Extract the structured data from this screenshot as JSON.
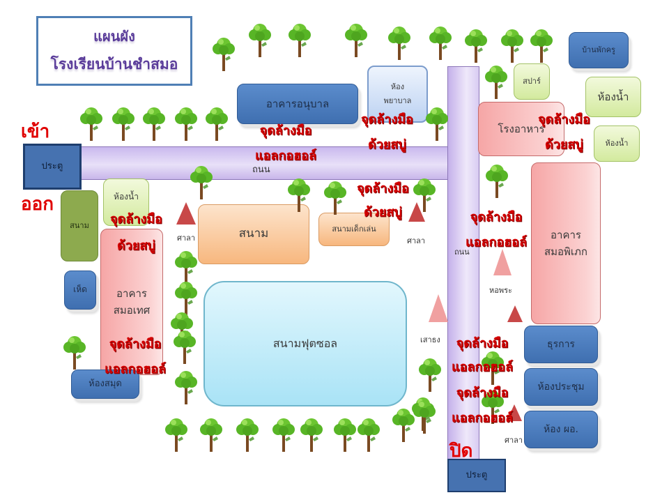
{
  "title": {
    "line1": "แผนผัง",
    "line2": "โรงเรียนบ้านชำสมอ"
  },
  "entrances": {
    "in_label": "เข้า",
    "out_label": "ออก",
    "close_label": "ปิด",
    "gate_left": "ประตู",
    "gate_bottom": "ประตู"
  },
  "roads": {
    "horizontal_label": "ถนน",
    "vertical_label": "ถนน"
  },
  "buildings": {
    "kindergarten": "อาคารอนุบาล",
    "nurse_room_line1": "ห้อง",
    "nurse_room_line2": "พยาบาล",
    "teacher_house": "บ้านพักครู",
    "spa": "สปาร์",
    "toilet_right_large": "ห้องน้ำ",
    "toilet_right_small": "ห้องน้ำ",
    "canteen": "โรงอาหาร",
    "building_smophiphek_line1": "อาคาร",
    "building_smophiphek_line2": "สมอพิเภก",
    "toilet_left": "ห้องน้ำ",
    "field_left": "สนาม",
    "mushroom": "เห็ด",
    "building_smothet_line1": "อาคาร",
    "building_smothet_line2": "สมอเทศ",
    "library": "ห้องสมุด",
    "field_center": "สนาม",
    "playground": "สนามเด็กเล่น",
    "futsal": "สนามฟุตซอล",
    "admin": "ธุรการ",
    "meeting_room": "ห้องประชุม",
    "director_room": "ห้อง ผอ."
  },
  "landmarks": {
    "sala_left": "ศาลา",
    "sala_right": "ศาลา",
    "sala_bottom": "ศาลา",
    "flagpole": "เสาธง",
    "shrine": "หอพระ"
  },
  "handwash_points": [
    {
      "line1": "จุดล้างมือ",
      "line2": "แอลกอฮอล์"
    },
    {
      "line1": "จุดล้างมือ",
      "line2": "ด้วยสบู่"
    },
    {
      "line1": "จุดล้างมือ",
      "line2": "ด้วยสบู่"
    },
    {
      "line1": "จุดล้างมือ",
      "line2": "ด้วยสบู่"
    },
    {
      "line1": "จุดล้างมือ",
      "line2": "ด้วยสบู่"
    },
    {
      "line1": "จุดล้างมือ",
      "line2": "แอลกอฮอล์"
    },
    {
      "line1": "จุดล้างมือ",
      "line2": "แอลกอฮอล์"
    },
    {
      "line1": "จุดล้างมือ",
      "line2": "แอลกอฮอล์"
    },
    {
      "line1": "จุดล้างมือ",
      "line2": "แอลกอฮอล์"
    }
  ],
  "colors": {
    "handwash_text": "#d40000",
    "title_text": "#5a3c9a",
    "road": "#d8ccf2",
    "building_blue": "#4a7cbe",
    "building_pink": "#f8bcbc",
    "building_lime": "#e2f2bc",
    "field_orange": "#fbcfa4",
    "futsal_sky": "#c6eefa",
    "tree_green": "#5cbf2a"
  },
  "icons": {
    "tree": "tree-icon",
    "sala": "triangle-icon"
  }
}
